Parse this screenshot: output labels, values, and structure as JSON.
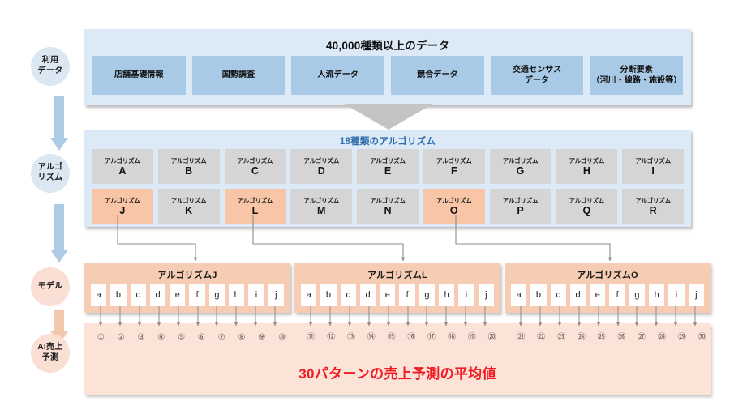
{
  "stages": [
    {
      "id": "data",
      "label_lines": [
        "利用",
        "データ"
      ],
      "tone": "blue"
    },
    {
      "id": "algorithm",
      "label_lines": [
        "アルゴ",
        "リズム"
      ],
      "tone": "blue"
    },
    {
      "id": "model",
      "label_lines": [
        "モデル"
      ],
      "tone": "peach"
    },
    {
      "id": "prediction",
      "label_lines": [
        "AI売上",
        "予測"
      ],
      "tone": "peach"
    }
  ],
  "data_section": {
    "title": "40,000種類以上のデータ",
    "chips": [
      "店舗基礎情報",
      "国勢調査",
      "人流データ",
      "競合データ",
      "交通センサス\nデータ",
      "分断要素\n（河川・線路・施設等）"
    ]
  },
  "algorithm_section": {
    "title": "18種類のアルゴリズム",
    "kana_prefix": "アルゴリズム",
    "cells": [
      {
        "letter": "A",
        "highlighted": false
      },
      {
        "letter": "B",
        "highlighted": false
      },
      {
        "letter": "C",
        "highlighted": false
      },
      {
        "letter": "D",
        "highlighted": false
      },
      {
        "letter": "E",
        "highlighted": false
      },
      {
        "letter": "F",
        "highlighted": false
      },
      {
        "letter": "G",
        "highlighted": false
      },
      {
        "letter": "H",
        "highlighted": false
      },
      {
        "letter": "I",
        "highlighted": false
      },
      {
        "letter": "J",
        "highlighted": true
      },
      {
        "letter": "K",
        "highlighted": false
      },
      {
        "letter": "L",
        "highlighted": true
      },
      {
        "letter": "M",
        "highlighted": false
      },
      {
        "letter": "N",
        "highlighted": false
      },
      {
        "letter": "O",
        "highlighted": true
      },
      {
        "letter": "P",
        "highlighted": false
      },
      {
        "letter": "Q",
        "highlighted": false
      },
      {
        "letter": "R",
        "highlighted": false
      }
    ]
  },
  "model_section": {
    "groups": [
      {
        "title": "アルゴリズムJ",
        "tiles": [
          "a",
          "b",
          "c",
          "d",
          "e",
          "f",
          "g",
          "h",
          "i",
          "j"
        ]
      },
      {
        "title": "アルゴリズムL",
        "tiles": [
          "a",
          "b",
          "c",
          "d",
          "e",
          "f",
          "g",
          "h",
          "i",
          "j"
        ]
      },
      {
        "title": "アルゴリズムO",
        "tiles": [
          "a",
          "b",
          "c",
          "d",
          "e",
          "f",
          "g",
          "h",
          "i",
          "j"
        ]
      }
    ]
  },
  "prediction_section": {
    "caption": "30パターンの売上予測の平均値",
    "caption_color": "#ef1c24",
    "groups": [
      {
        "numbers": [
          "①",
          "②",
          "③",
          "④",
          "⑤",
          "⑥",
          "⑦",
          "⑧",
          "⑨",
          "⑩"
        ]
      },
      {
        "numbers": [
          "⑪",
          "⑫",
          "⑬",
          "⑭",
          "⑮",
          "⑯",
          "⑰",
          "⑱",
          "⑲",
          "⑳"
        ]
      },
      {
        "numbers": [
          "㉑",
          "㉒",
          "㉓",
          "㉔",
          "㉕",
          "㉖",
          "㉗",
          "㉘",
          "㉙",
          "㉚"
        ]
      }
    ]
  },
  "colors": {
    "panel_blue": "#dce9f6",
    "chip_blue": "#a9cae6",
    "panel_peach": "#f6cdb4",
    "panel_peach_light": "#fbe3d8",
    "algo_cell_gray": "#d5d5d5",
    "algo_cell_highlight": "#f8c5a6",
    "title_blue": "#2f6caa",
    "funnel_gray": "#c4c4c4",
    "connector_gray": "#8d8d8d",
    "rail_blue": "#aecbe6",
    "rail_peach": "#f4c8ae"
  }
}
